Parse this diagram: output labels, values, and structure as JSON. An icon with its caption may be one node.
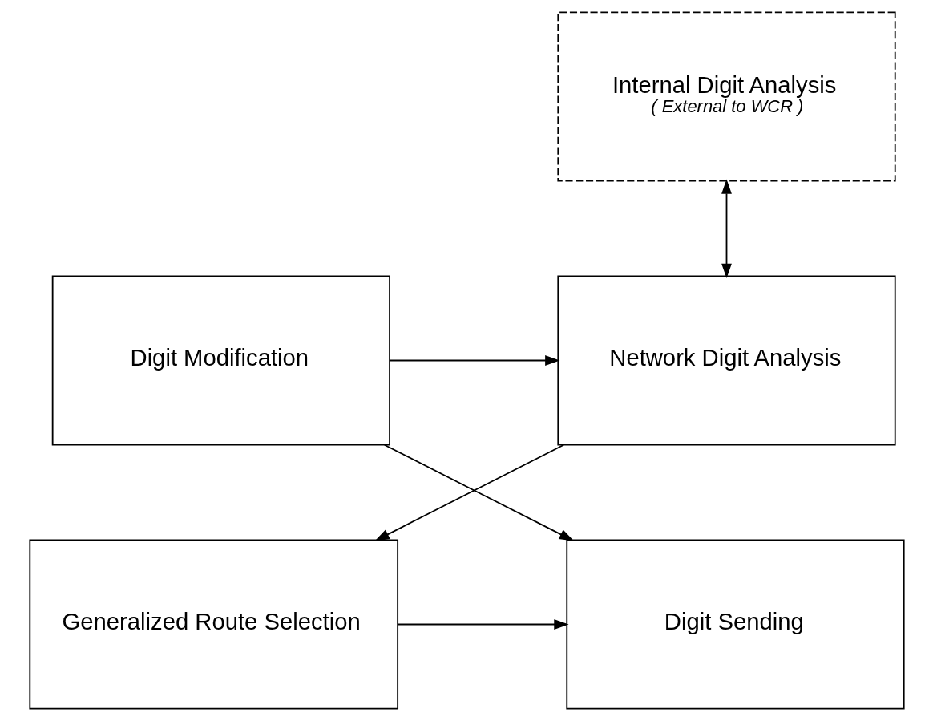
{
  "diagram": {
    "nodes": [
      {
        "text": [
          "Internal Digit Analysis",
          "( External to WCR )"
        ]
      },
      {
        "text": [
          "Network Digit Analysis"
        ]
      },
      {
        "text": [
          "Digit Modification"
        ]
      },
      {
        "text": [
          "Generalized Route Selection"
        ]
      },
      {
        "text": [
          "Digit Sending"
        ]
      }
    ],
    "edges": [
      {
        "from": 0,
        "to": 1,
        "arrow": "both"
      },
      {
        "from": 2,
        "to": 1,
        "arrow": "to"
      },
      {
        "from": 2,
        "to": 4,
        "arrow": "to"
      },
      {
        "from": 1,
        "to": 3,
        "arrow": "to"
      },
      {
        "from": 3,
        "to": 4,
        "arrow": "to"
      }
    ]
  }
}
